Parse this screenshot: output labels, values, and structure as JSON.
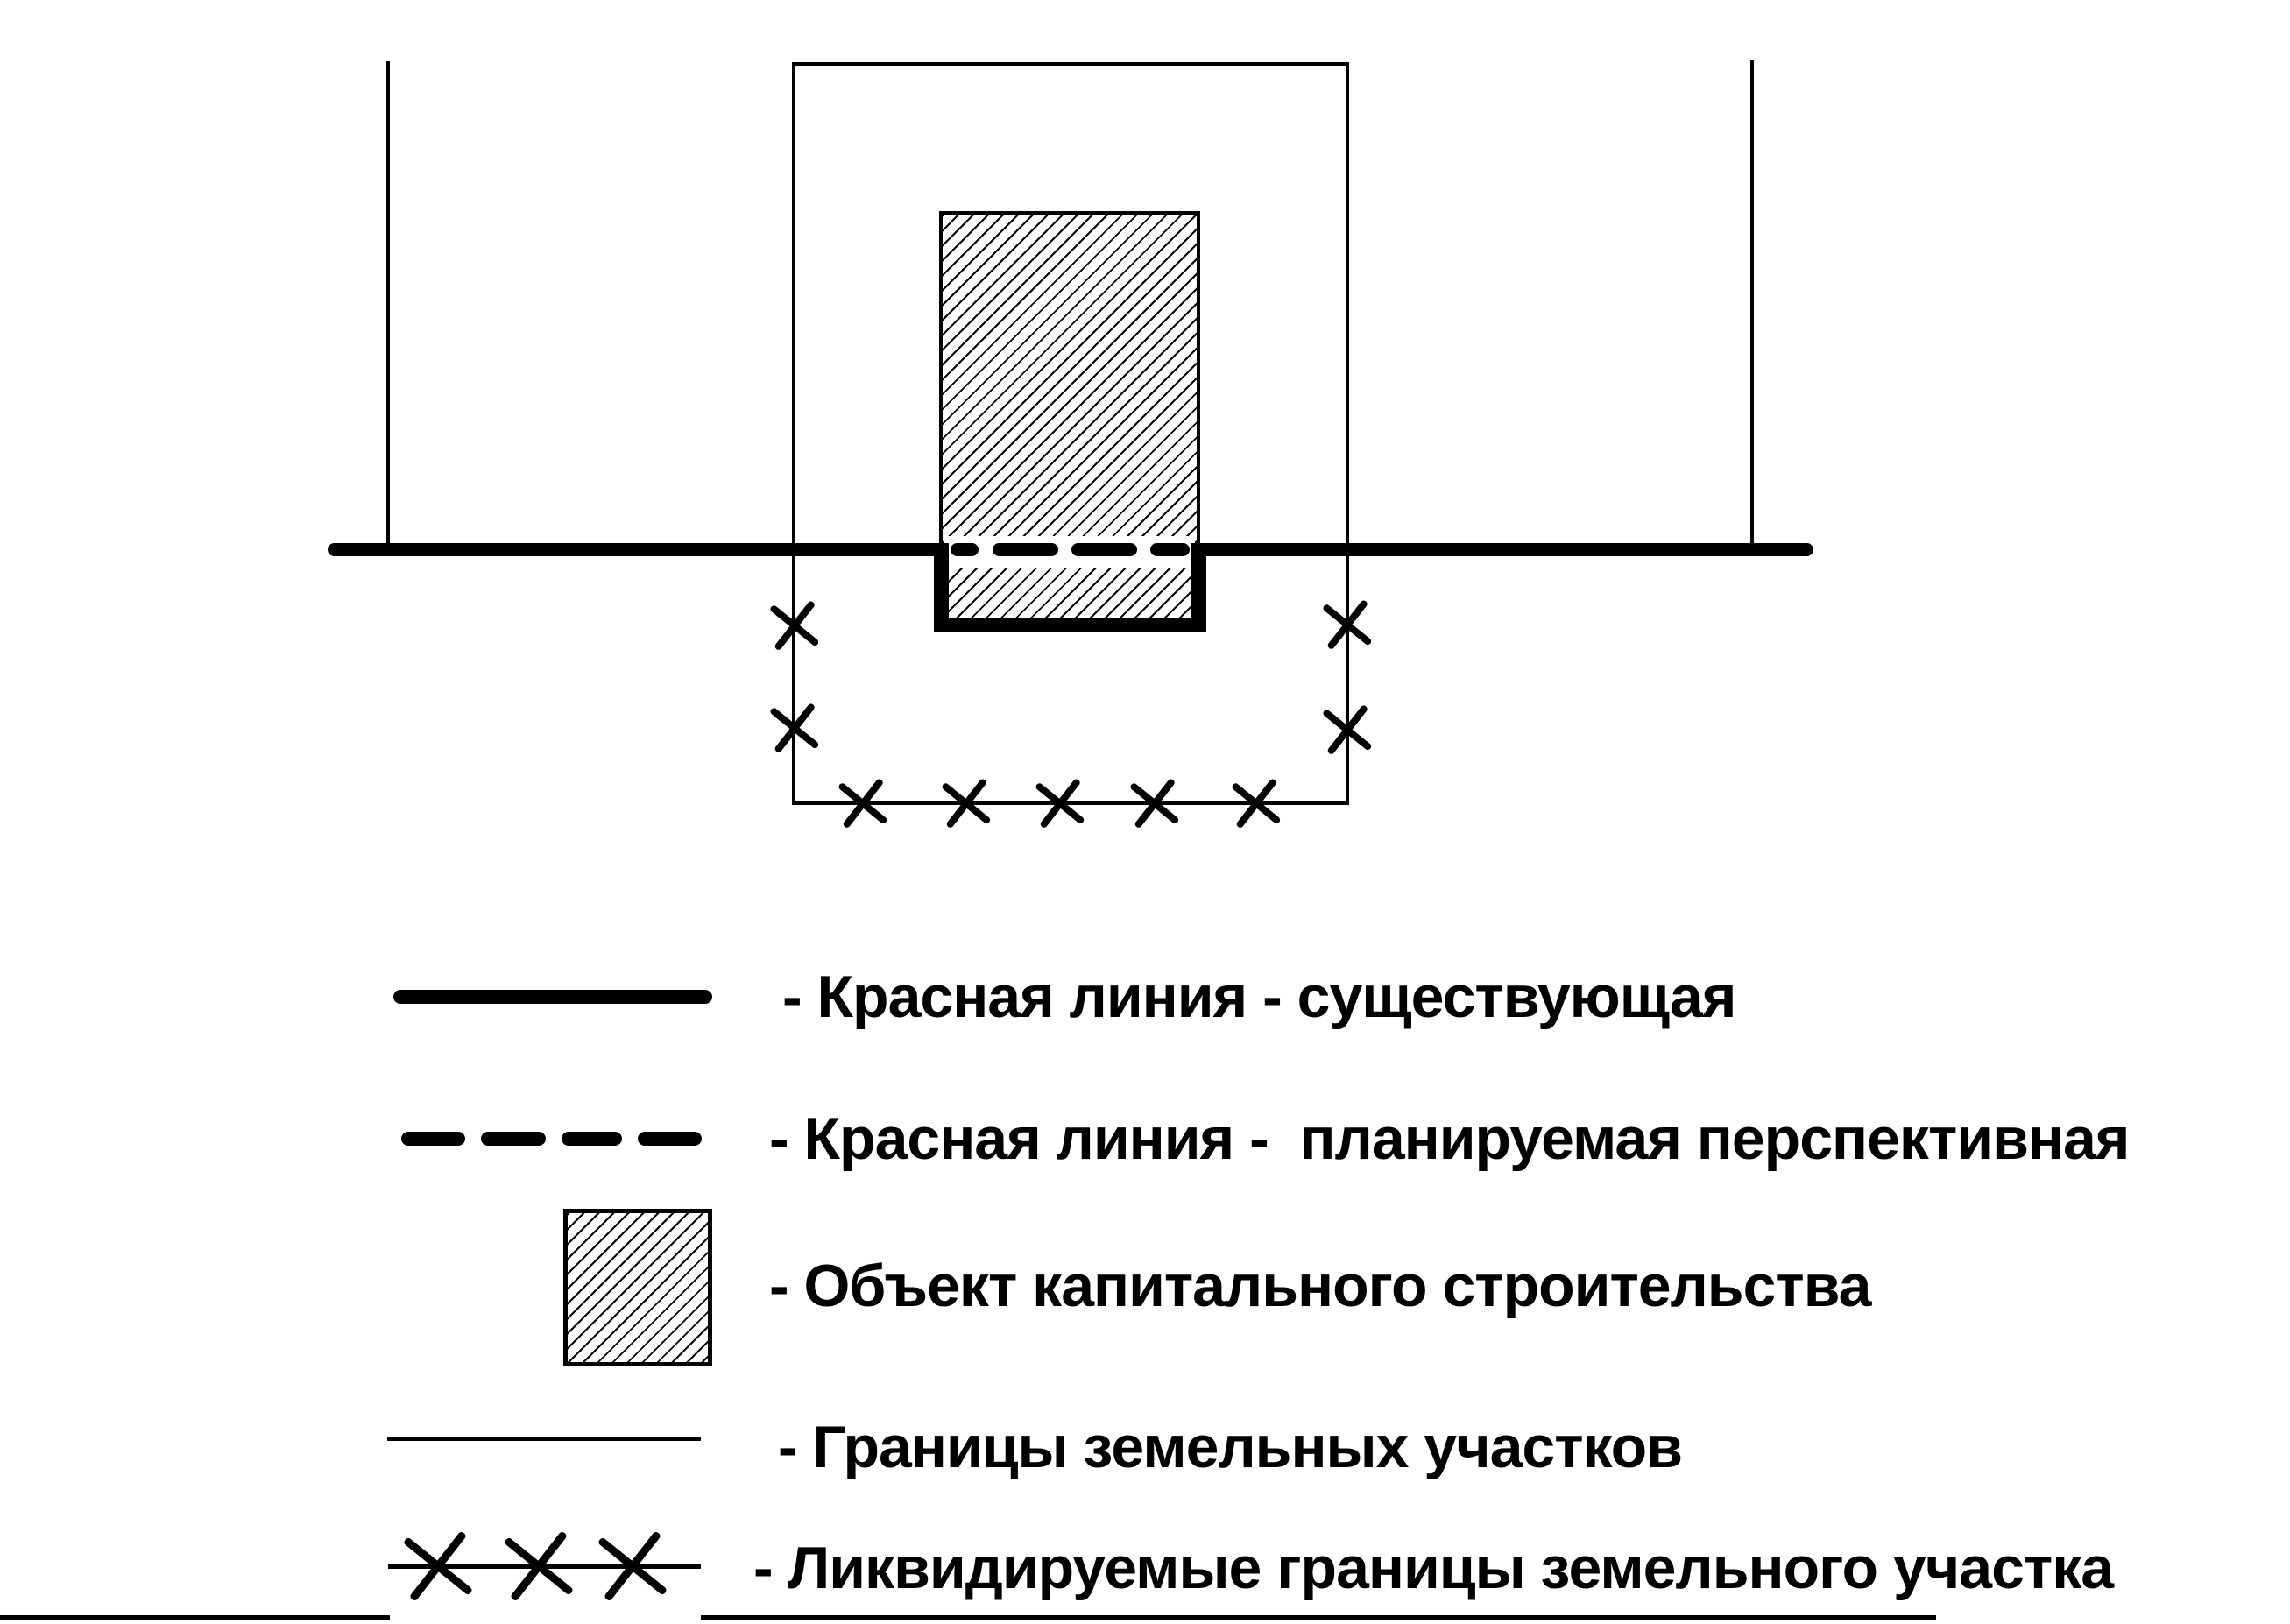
{
  "page": {
    "background_color": "#ffffff",
    "ink_color": "#000000",
    "kind": "land-plot planning scheme with legend"
  },
  "diagram": {
    "red_line_existing": "thick solid black line jogging around building",
    "red_line_planned": "thick dashed line across building",
    "building": "hatched rectangle (capital construction object)",
    "parcel": "thin rectangle (land plot boundary)",
    "liquidated_boundary": "thin boundary segments crossed with X marks"
  },
  "legend": {
    "items": [
      {
        "id": "red-line-existing",
        "symbol": "thick-solid-line-icon",
        "label": "- Красная линия - существующая"
      },
      {
        "id": "red-line-planned",
        "symbol": "thick-dashed-line-icon",
        "label": "- Красная линия -  планируемая перспективная"
      },
      {
        "id": "capital-object",
        "symbol": "hatched-square-icon",
        "label": "- Объект капитального строительства"
      },
      {
        "id": "plot-boundaries",
        "symbol": "thin-line-icon",
        "label": "- Границы земельных участков"
      },
      {
        "id": "liquidated-bounds",
        "symbol": "x-crossed-line-icon",
        "label": "- Ликвидируемые границы земельного участка"
      }
    ]
  }
}
